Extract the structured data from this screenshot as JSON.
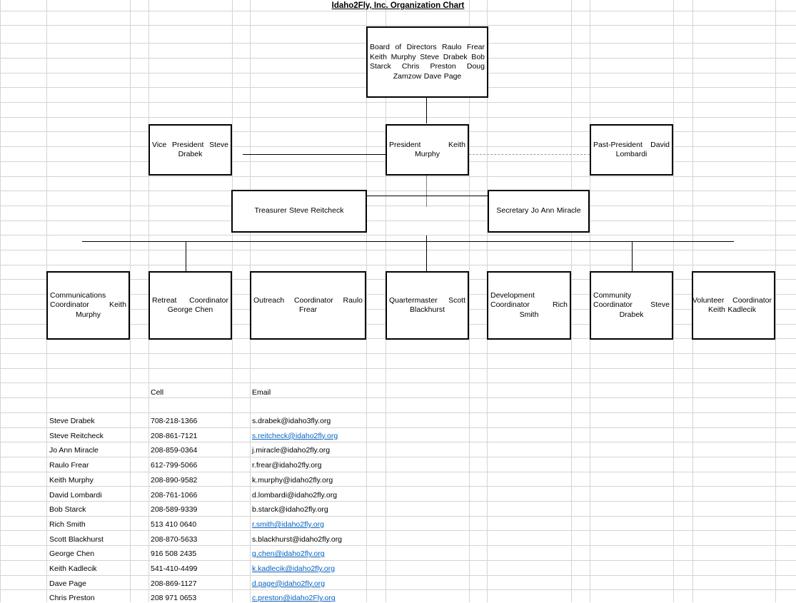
{
  "document": {
    "title": "Idaho2Fly, Inc. Organization Chart"
  },
  "org_chart": {
    "board": {
      "label": "Board of Directors       Raulo Frear  Keith Murphy Steve Drabek  Bob Starck  Chris Preston Doug Zamzow    Dave Page"
    },
    "level2": [
      {
        "name": "vice-president",
        "label": "Vice President    Steve Drabek"
      },
      {
        "name": "president",
        "label": "President           Keith Murphy"
      },
      {
        "name": "past-president",
        "label": "Past-President   David Lombardi"
      }
    ],
    "level3": [
      {
        "name": "treasurer",
        "label": "Treasurer                    Steve Reitcheck"
      },
      {
        "name": "secretary",
        "label": "Secretary                  Jo Ann Miracle"
      }
    ],
    "coordinators": [
      {
        "name": "communications-coordinator",
        "label": "Communications Coordinator      Keith Murphy"
      },
      {
        "name": "retreat-coordinator",
        "label": "Retreat Coordinator George Chen"
      },
      {
        "name": "outreach-coordinator",
        "label": "Outreach Coordinator      Raulo Frear"
      },
      {
        "name": "quartermaster",
        "label": "Quartermaster   Scott Blackhurst"
      },
      {
        "name": "development-coordinator",
        "label": "Development Coordinator      Rich Smith"
      },
      {
        "name": "community-coordinator",
        "label": "Community Coordinator      Steve Drabek"
      },
      {
        "name": "volunteer-coordinator",
        "label": "Volunteer Coordinator Keith Kadlecik"
      }
    ]
  },
  "contacts": {
    "headers": {
      "name": "",
      "cell": "Cell",
      "email": "Email"
    },
    "rows": [
      {
        "name": "Steve Drabek",
        "cell": "708-218-1366",
        "email": "s.drabek@idaho3fly.org",
        "email_link": false
      },
      {
        "name": "Steve Reitcheck",
        "cell": "208-861-7121",
        "email": "s.reitcheck@idaho2fly.org",
        "email_link": true
      },
      {
        "name": "Jo Ann Miracle",
        "cell": "208-859-0364",
        "email": "j.miracle@idaho2fly.org",
        "email_link": false
      },
      {
        "name": "Raulo Frear",
        "cell": "612-799-5066",
        "email": "r.frear@idaho2fly.org",
        "email_link": false
      },
      {
        "name": "Keith Murphy",
        "cell": "208-890-9582",
        "email": "k.murphy@idaho2fly.org",
        "email_link": false
      },
      {
        "name": "David Lombardi",
        "cell": "208-761-1066",
        "email": "d.lombardi@idaho2fly.org",
        "email_link": false
      },
      {
        "name": "Bob Starck",
        "cell": "208-589-9339",
        "email": "b.starck@idaho2fly.org",
        "email_link": false
      },
      {
        "name": "Rich Smith",
        "cell": "513 410 0640",
        "email": "r.smith@idaho2fly.org",
        "email_link": true
      },
      {
        "name": "Scott Blackhurst",
        "cell": "208-870-5633",
        "email": "s.blackhurst@idaho2fly.org",
        "email_link": false
      },
      {
        "name": "George Chen",
        "cell": "916 508 2435",
        "email": "g.chen@idaho2fly.org",
        "email_link": true
      },
      {
        "name": "Keith Kadlecik",
        "cell": "541-410-4499",
        "email": "k.kadlecik@idaho2fly.org",
        "email_link": true
      },
      {
        "name": "Dave Page",
        "cell": "208-869-1127",
        "email": "d.page@idaho2fly.org",
        "email_link": true
      },
      {
        "name": "Chris Preston",
        "cell": "208 971 0653",
        "email": "c.preston@idaho2Fly.org",
        "email_link": true
      }
    ]
  },
  "colors": {
    "gridline": "#d4d4d4",
    "box_border": "#000000",
    "hyperlink": "#0563C1",
    "text": "#000000"
  }
}
